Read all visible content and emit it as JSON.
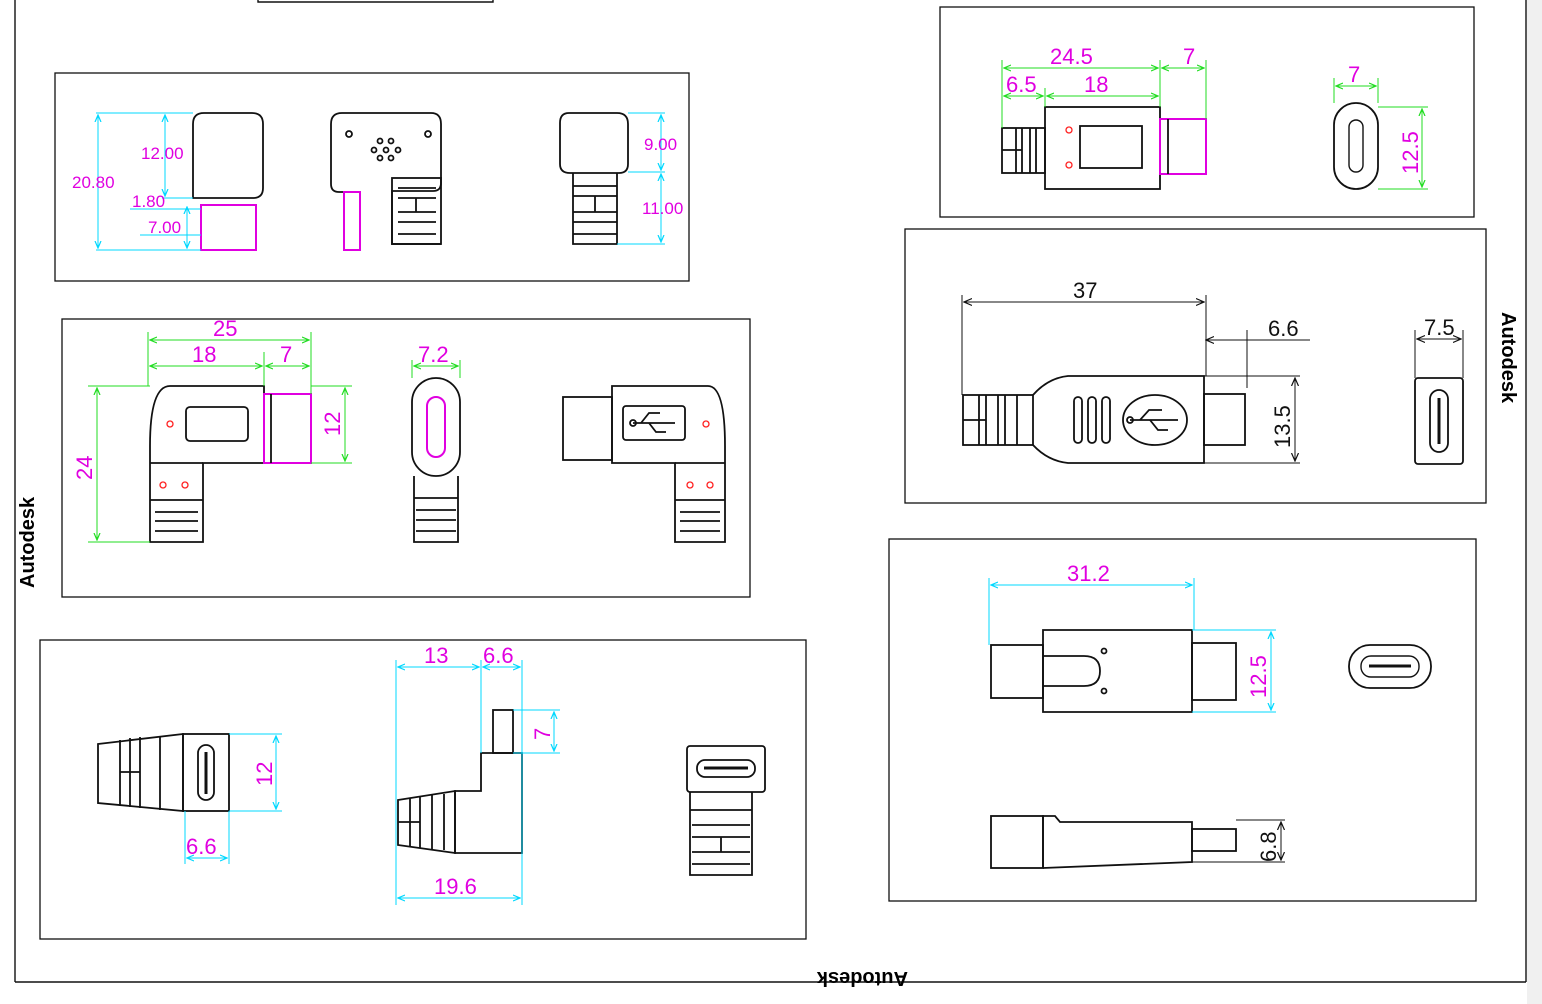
{
  "watermarks": {
    "left": "Autodesk",
    "right": "Autodesk",
    "bottom": "Autodesk"
  },
  "colors": {
    "outline": "#111111",
    "dim_cyan": "#00d8ff",
    "dim_green": "#22dd22",
    "dim_magenta": "#e000e0",
    "accent_red": "#ff2020"
  },
  "panel1": {
    "d_20_80": "20.80",
    "d_12_00": "12.00",
    "d_1_80": "1.80",
    "d_7_00": "7.00",
    "d_9_00": "9.00",
    "d_11_00": "11.00"
  },
  "panel2": {
    "d_25": "25",
    "d_18": "18",
    "d_7": "7",
    "d_24": "24",
    "d_12": "12",
    "d_7_2": "7.2"
  },
  "panel3": {
    "d_13": "13",
    "d_6_6_top": "6.6",
    "d_7": "7",
    "d_12": "12",
    "d_6_6_bot": "6.6",
    "d_19_6": "19.6"
  },
  "panel4": {
    "d_24_5": "24.5",
    "d_7_top": "7",
    "d_6_5": "6.5",
    "d_18": "18",
    "d_7_right": "7",
    "d_12_5": "12.5"
  },
  "panel5": {
    "d_37": "37",
    "d_6_6": "6.6",
    "d_13_5": "13.5",
    "d_7_5": "7.5"
  },
  "panel6": {
    "d_31_2": "31.2",
    "d_12_5": "12.5",
    "d_6_8": "6.8"
  }
}
